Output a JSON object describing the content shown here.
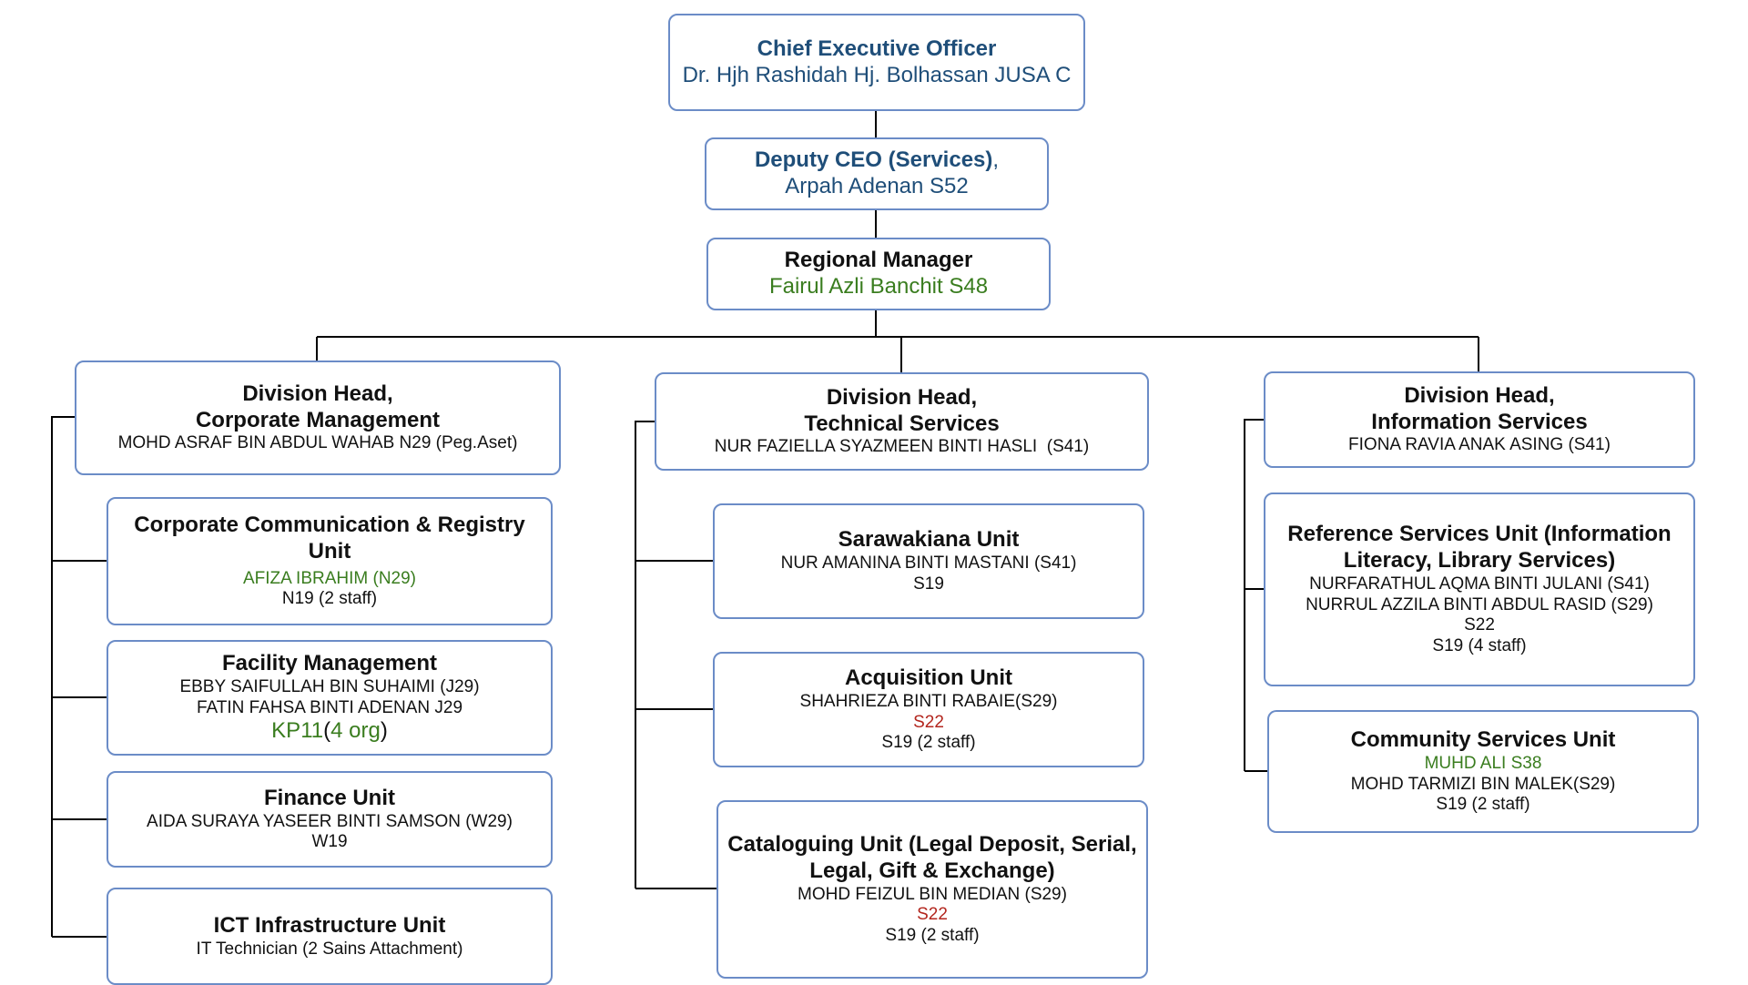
{
  "colors": {
    "border": "#6b8cc7",
    "connector": "#000000",
    "navy": "#1f4e79",
    "green": "#3a7d1f",
    "red": "#b3261e"
  },
  "ceo": {
    "title": "Chief Executive Officer",
    "name": "Dr. Hjh Rashidah Hj. Bolhassan JUSA C"
  },
  "deputy": {
    "title": "Deputy CEO (Services)",
    "comma": ",",
    "name": "Arpah Adenan S52"
  },
  "regional": {
    "title": "Regional Manager",
    "name": "Fairul Azli Banchit S48"
  },
  "corporate": {
    "head": {
      "title_1": "Division Head,",
      "title_2": "Corporate Management",
      "name": "MOHD ASRAF BIN ABDUL WAHAB N29 (Peg.Aset)"
    },
    "ccr": {
      "title_1": "Corporate Communication & Registry",
      "title_2": "Unit",
      "name_1": "AFIZA IBRAHIM (N29)",
      "name_2": "N19 (2 staff)"
    },
    "facility": {
      "title": "Facility Management",
      "name_1": "EBBY SAIFULLAH BIN SUHAIMI (J29)",
      "name_2": "FATIN FAHSA BINTI ADENAN J29",
      "kp": "KP11",
      "paren_open": "(",
      "kp_count": "4 org",
      "paren_close": ")"
    },
    "finance": {
      "title": "Finance Unit",
      "name_1": "AIDA SURAYA YASEER BINTI SAMSON (W29)",
      "name_2": "W19"
    },
    "ict": {
      "title": "ICT Infrastructure Unit",
      "name_1": "IT Technician (2 Sains Attachment)"
    }
  },
  "technical": {
    "head": {
      "title_1": "Division Head,",
      "title_2": "Technical Services",
      "name": "NUR FAZIELLA SYAZMEEN BINTI HASLI  (S41)"
    },
    "sarawakiana": {
      "title": "Sarawakiana Unit",
      "name_1": "NUR AMANINA BINTI MASTANI (S41)",
      "name_2": "S19"
    },
    "acquisition": {
      "title": "Acquisition Unit",
      "name_1": "SHAHRIEZA BINTI RABAIE(S29)",
      "name_2": "S22",
      "name_3": "S19 (2 staff)"
    },
    "cataloguing": {
      "title_1": "Cataloguing Unit (Legal Deposit, Serial,",
      "title_2": "Legal, Gift & Exchange)",
      "name_1": "MOHD FEIZUL BIN MEDIAN (S29)",
      "name_2": "S22",
      "name_3": "S19 (2 staff)"
    }
  },
  "information": {
    "head": {
      "title_1": "Division Head,",
      "title_2": "Information Services",
      "name": "FIONA RAVIA ANAK ASING (S41)"
    },
    "reference": {
      "title_1": "Reference Services Unit (Information",
      "title_2": "Literacy, Library Services)",
      "name_1": "NURFARATHUL AQMA BINTI JULANI (S41)",
      "name_2": "NURRUL AZZILA BINTI ABDUL RASID (S29)",
      "name_3": "S22",
      "name_4": "S19 (4 staff)"
    },
    "community": {
      "title": "Community Services Unit",
      "name_1": "MUHD ALI S38",
      "name_2": "MOHD TARMIZI BIN MALEK(S29)",
      "name_3": "S19 (2 staff)"
    }
  }
}
